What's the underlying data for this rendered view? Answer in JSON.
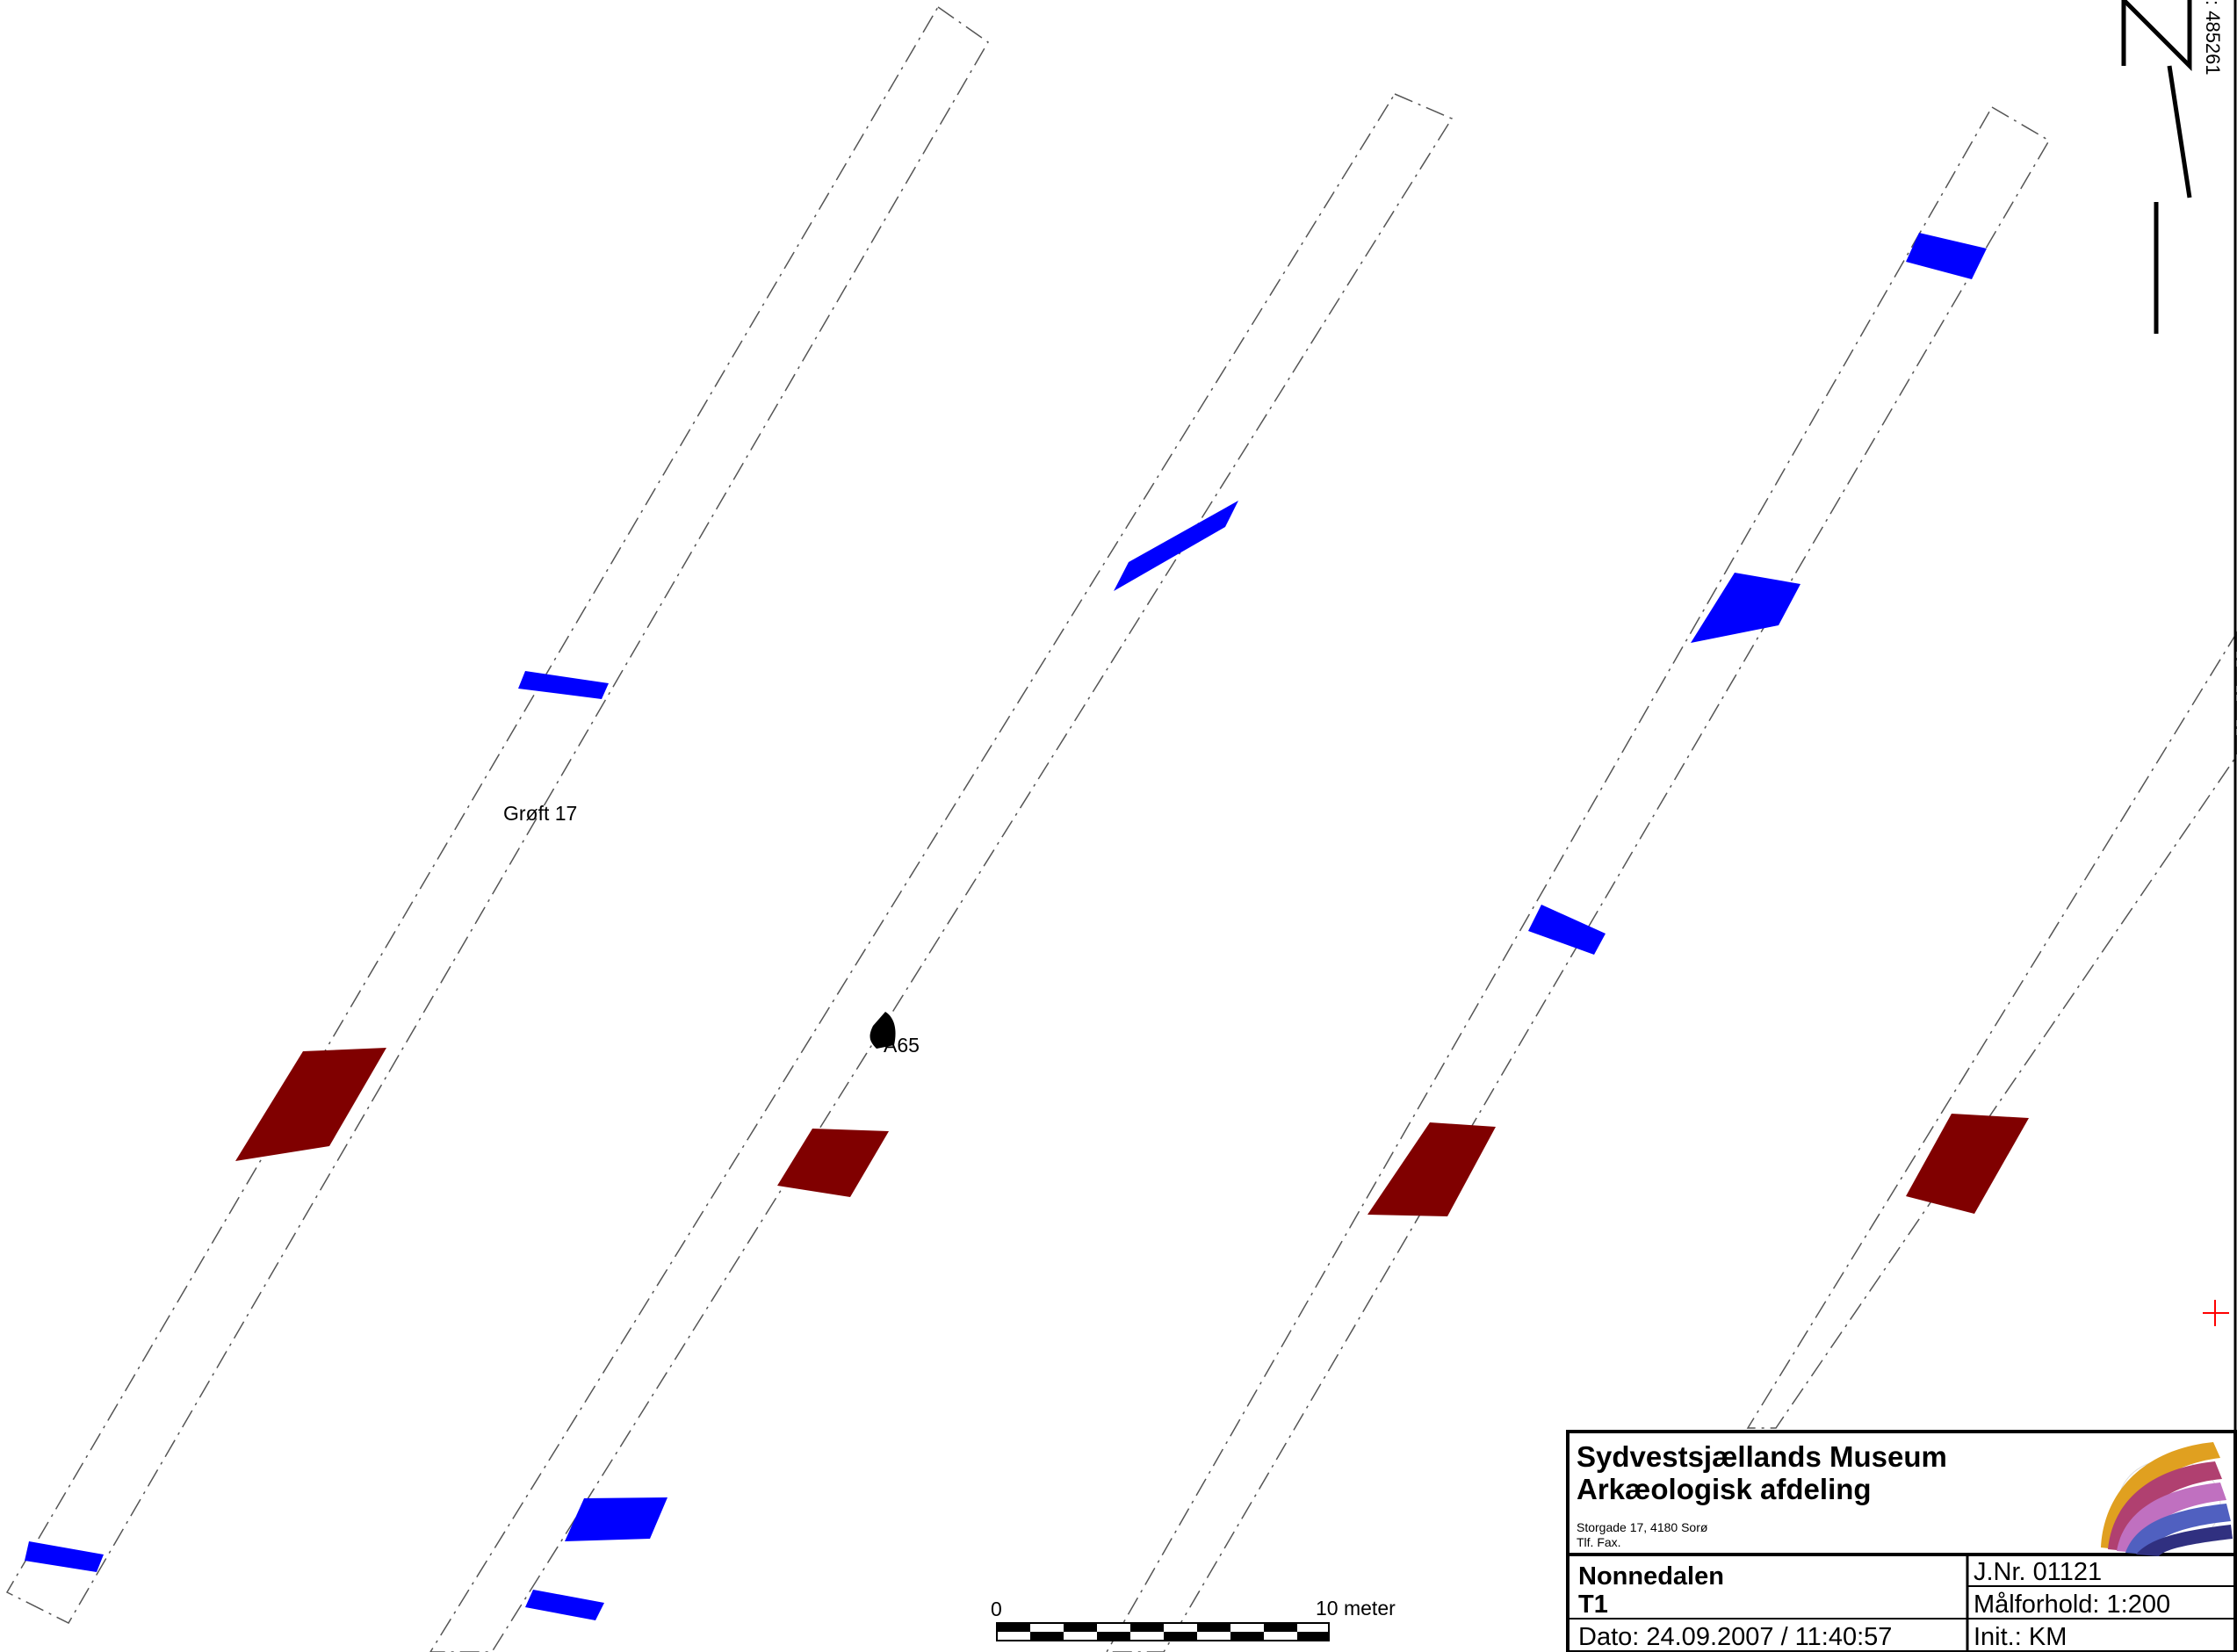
{
  "map_labels": {
    "trench": "Grøft 17",
    "feature": "A65",
    "north_coord": ": 485261"
  },
  "scale_bar": {
    "start": "0",
    "end": "10 meter"
  },
  "title_block": {
    "org_line1": "Sydvestsjællands Museum",
    "org_line2": "Arkæologisk afdeling",
    "address": "Storgade 17, 4180 Sorø",
    "phone_fax": "Tlf.  Fax.",
    "site_name": "Nonnedalen",
    "sheet": "T1",
    "date": "Dato: 24.09.2007 / 11:40:57",
    "journal": "J.Nr. 01121",
    "scale": "Målforhold: 1:200",
    "initials": "Init.: KM"
  },
  "colors": {
    "modern_feature": "#0000ff",
    "old_feature": "#800000",
    "pit": "#000000",
    "frame": "#000000"
  }
}
